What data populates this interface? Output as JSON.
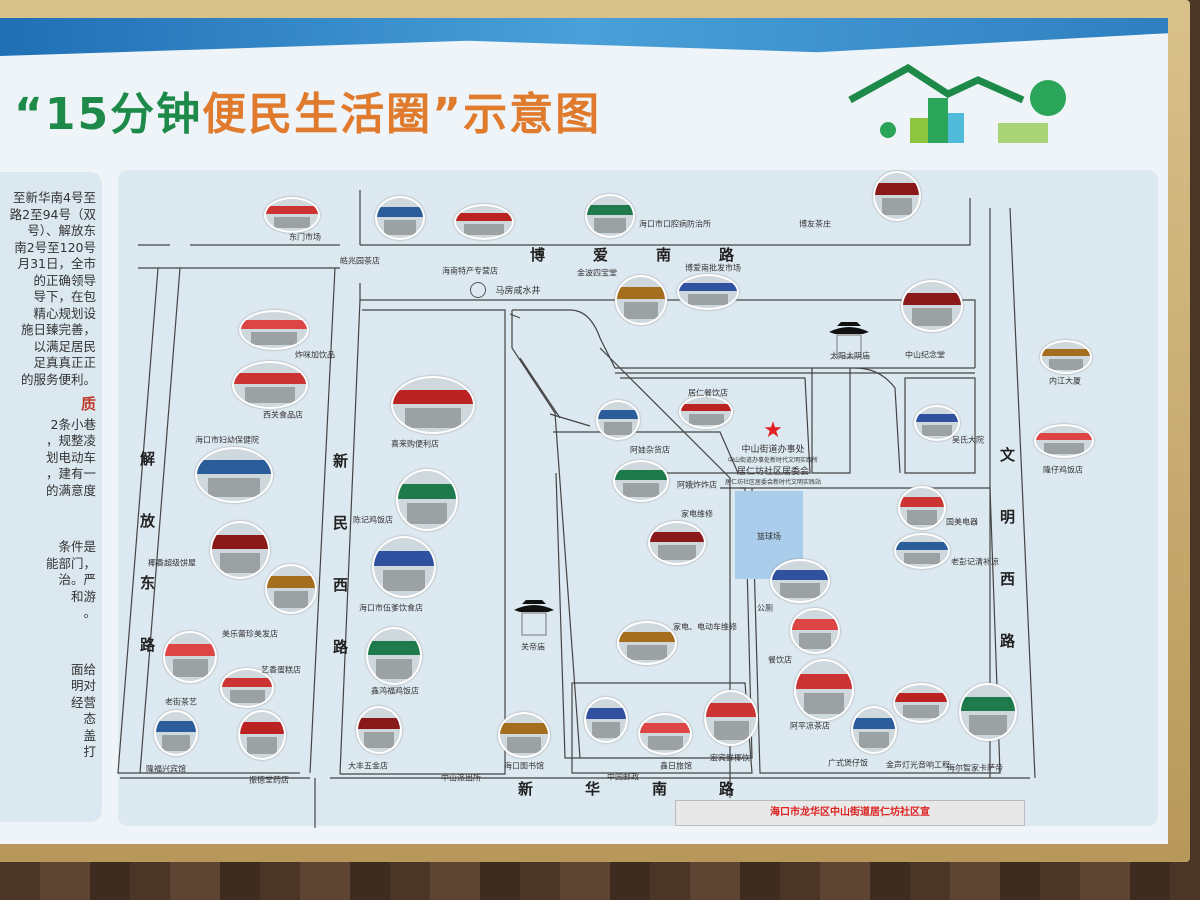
{
  "title": {
    "part1": "“15分钟",
    "part2": "便民生活圈”",
    "part3": "示意图"
  },
  "left_panel": {
    "lines": [
      "至新华南4号至",
      "路2至94号（双",
      "号）、解放东",
      "南2号至120号",
      "月31日，全市",
      "的正确领导",
      "导下，在包",
      "精心规划设",
      "施日臻完善，",
      "以满足居民",
      "足真真正正",
      "的服务便利。"
    ],
    "heading": "质",
    "lines2": [
      "2条小巷",
      "，规整凌",
      "划电动车",
      "，建有一",
      "的满意度"
    ],
    "lines3": [
      "条件是",
      "能部门，",
      "治。严",
      "和游",
      "。"
    ],
    "lines4": [
      "面给",
      "明对",
      "经营",
      "态",
      "盖",
      "打"
    ]
  },
  "roads": {
    "boai_south": [
      "博",
      "爱",
      "南",
      "路"
    ],
    "jiefang_east": [
      "解",
      "放",
      "东",
      "路"
    ],
    "xinmin_west": [
      "新",
      "民",
      "西",
      "路"
    ],
    "wenming_west": [
      "文",
      "明",
      "西",
      "路"
    ],
    "xinhua_south": [
      "新",
      "华",
      "南",
      "路"
    ]
  },
  "pois": [
    "东门市场",
    "皓兆园茶店",
    "海南特产专营店",
    "海口市口腔病防治所",
    "博友茶庄",
    "金波四宝堂",
    "博爱南批发市场",
    "炸咪加饮品",
    "西关食品店",
    "海口市妇幼保健院",
    "喜来购便利店",
    "陈记鸡饭店",
    "椰香超级饼屋",
    "美乐蕾珍美发店",
    "海口市伍爹饮食店",
    "老街茶艺",
    "艺香蛋糕店",
    "隆福兴宾馆",
    "振德堂药店",
    "鑫鸿福鸡饭店",
    "大丰五金店",
    "海口图书馆",
    "中国邮政",
    "鑫日旅馆",
    "宏宾鲜椰饮",
    "阿娃杂货店",
    "居仁餐饮店",
    "阿娥炸炸店",
    "家电维修",
    "家电、电动车维修",
    "公厕",
    "餐饮店",
    "阿平凉茶店",
    "广式煲仔饭",
    "金声灯光音响工程",
    "海尔智家卡萨帝",
    "中山纪念堂",
    "内江大厦",
    "吴氏大院",
    "隆仔鸡饭店",
    "国美电器",
    "老彭记清补凉"
  ],
  "landmarks": {
    "well": "马房咸水井",
    "guandi_temple": "关帝庙",
    "taiyang_temple": "太阳太阴庙",
    "police": "中山派出所",
    "court": "篮球场"
  },
  "office": {
    "line1": "中山街道办事处",
    "line2": "中山街道办事处新时代文明实践所",
    "line3": "居仁坊社区居委会",
    "line4": "居仁坊社区居委会新时代文明实践站"
  },
  "footer": "海口市龙华区中山街道居仁坊社区宣",
  "colors": {
    "title_green": "#1e8a4a",
    "title_orange": "#e07a2c",
    "star": "#e02020"
  }
}
